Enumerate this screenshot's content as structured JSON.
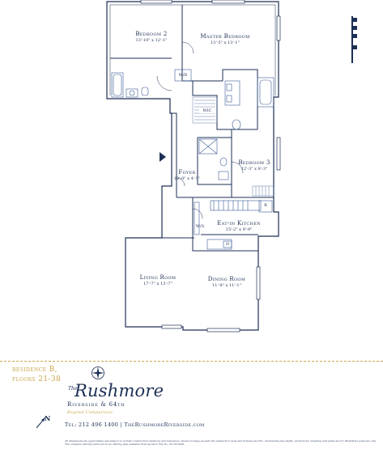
{
  "rooms": {
    "bedroom2": {
      "name": "Bedroom 2",
      "dims": "13'-10\" x 12'-1\""
    },
    "master": {
      "name": "Master Bedroom",
      "dims": "13'-5\" x 13'-1\""
    },
    "bedroom3": {
      "name": "Bedroom 3",
      "dims": "12'-3\" x 8'-3\""
    },
    "foyer": {
      "name": "Foyer",
      "dims": "10'-0\" x 4'-5\""
    },
    "kitchen": {
      "name": "Eat-in Kitchen",
      "dims": "15'-2\" x 9'-9\""
    },
    "living": {
      "name": "Living Room",
      "dims": "17'-7\" x 13'-7\""
    },
    "dining": {
      "name": "Dining Room",
      "dims": "11'-8\" x 11'-1\""
    }
  },
  "fixtures": {
    "wd": "W/D",
    "wic": "WIC",
    "ws": "W/S",
    "fridge": "R",
    "dishwasher": "D"
  },
  "residence": {
    "title": "residence B,",
    "floors": "floors 21-38"
  },
  "brand": {
    "the": "The",
    "name": "Rushmore",
    "subtitle": "Riverside & 64th",
    "tagline": "Beyond Comparison"
  },
  "contact": "Tel: 212 496 1400 | TheRushmoreRiverside.com",
  "north": "N",
  "disclaimer": "All dimensions are approximate and subject to normal construction variances and tolerances. Square footage exceeds the usable floor area and includes electric, mechanical pipe shafts, protrusions. Drawings and plans are for illustrative purposes only. The complete offering terms are in an offering plan available from Sponsor. File No. CD-02-0340.",
  "colors": {
    "navy": "#1d2f55",
    "gold": "#c9a44a",
    "fixture_blue": "#3b5a96"
  }
}
